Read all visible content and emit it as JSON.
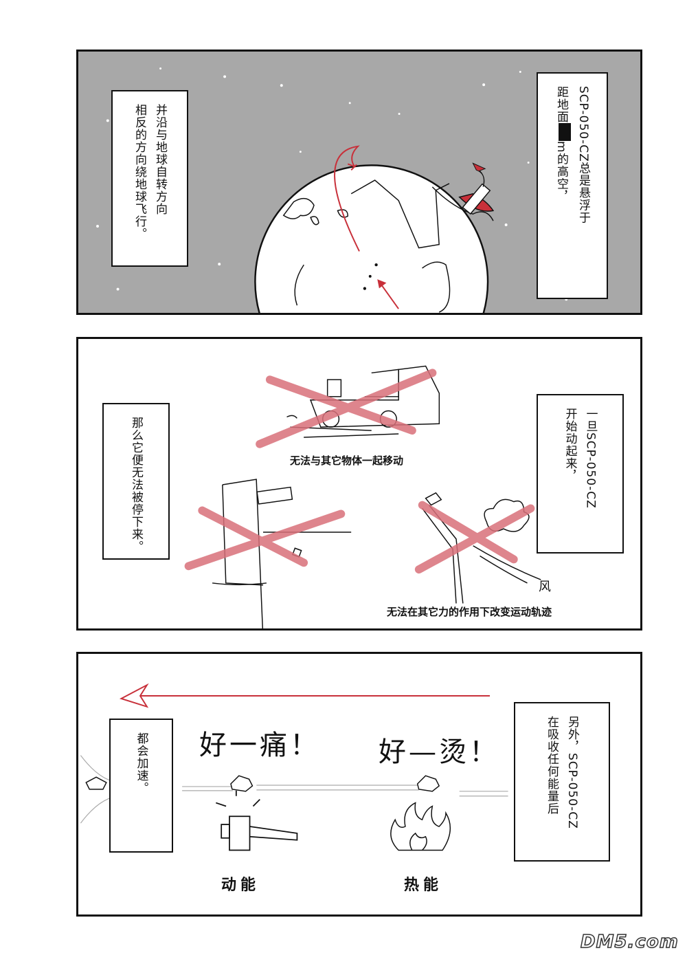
{
  "panel1": {
    "right_caption": [
      "SCP-050-CZ总是悬浮于",
      "距地面",
      "m的高空，"
    ],
    "left_caption": [
      "并沿与地球自转方向",
      "相反的方向绕地球飞行。"
    ]
  },
  "panel2": {
    "right_caption": [
      "一旦SCP-050-CZ",
      "开始动起来，"
    ],
    "left_caption": [
      "那么它便无法被停下来。"
    ],
    "caption_truck": "无法与其它物体一起移动",
    "caption_force": "无法在其它力的作用下改变运动轨迹",
    "wind": "风"
  },
  "panel3": {
    "right_caption": [
      "另外，SCP-050-CZ",
      "在吸收任何能量后"
    ],
    "left_caption": [
      "都会加速。"
    ],
    "exclaim_pain": "好一痛！",
    "exclaim_hot": "好—烫！",
    "label_kinetic": "动能",
    "label_heat": "热能"
  },
  "watermark": "DM5.com",
  "colors": {
    "space": "#a8a8a8",
    "red": "#c8303a",
    "cross": "#d9707a"
  }
}
